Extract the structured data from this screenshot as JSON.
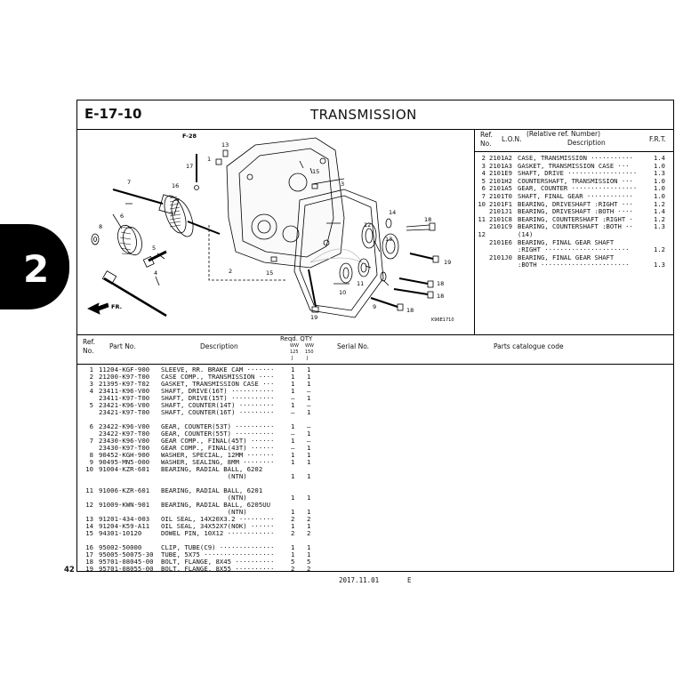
{
  "section_tab": "2",
  "header": {
    "code": "E-17-10",
    "title": "TRANSMISSION"
  },
  "drawing": {
    "fig_ref": "F-28",
    "drawing_code": "K96E1710",
    "fr_label": "FR.",
    "callouts": [
      "1",
      "2",
      "3",
      "4",
      "5",
      "6",
      "7",
      "8",
      "9",
      "10",
      "11",
      "12",
      "13",
      "14",
      "15",
      "16",
      "17",
      "18",
      "19"
    ]
  },
  "ref_table": {
    "headers": {
      "ref1": "Ref.",
      "ref2": "No.",
      "lon": "L.O.N.",
      "rel1": "(Relative ref. Number)",
      "rel2": "Description",
      "frt": "F.R.T."
    },
    "rows": [
      {
        "ref": "2",
        "lon": "2101A2",
        "desc": "CASE, TRANSMISSION ···········",
        "frt": "1.4"
      },
      {
        "ref": "3",
        "lon": "2101A3",
        "desc": "GASKET, TRANSMISSION CASE ···",
        "frt": "1.0"
      },
      {
        "ref": "4",
        "lon": "2101E9",
        "desc": "SHAFT, DRIVE ··················",
        "frt": "1.3"
      },
      {
        "ref": "5",
        "lon": "2101H2",
        "desc": "COUNTERSHAFT, TRANSMISSION ···",
        "frt": "1.0"
      },
      {
        "ref": "6",
        "lon": "2101A5",
        "desc": "GEAR, COUNTER ·················",
        "frt": "1.0"
      },
      {
        "ref": "7",
        "lon": "2101T0",
        "desc": "SHAFT, FINAL GEAR ············",
        "frt": "1.0"
      },
      {
        "ref": "10",
        "lon": "2101F1",
        "desc": "BEARING, DRIVESHAFT :RIGHT ···",
        "frt": "1.2"
      },
      {
        "ref": "",
        "lon": "2101J1",
        "desc": "BEARING, DRIVESHAFT :BOTH ····",
        "frt": "1.4"
      },
      {
        "ref": "11",
        "lon": "2101C8",
        "desc": "BEARING, COUNTERSHAFT :RIGHT ·",
        "frt": "1.2"
      },
      {
        "ref": "",
        "lon": "2101C9",
        "desc": "BEARING, COUNTERSHAFT :BOTH ··",
        "frt": "1.3"
      },
      {
        "ref": "12",
        "lon": "",
        "desc": "(14)",
        "frt": ""
      },
      {
        "ref": "",
        "lon": "2101E6",
        "desc": "BEARING, FINAL GEAR SHAFT",
        "frt": ""
      },
      {
        "ref": "",
        "lon": "",
        "desc": ":RIGHT ······················",
        "frt": "1.2"
      },
      {
        "ref": "",
        "lon": "2101J0",
        "desc": "BEARING, FINAL GEAR SHAFT",
        "frt": ""
      },
      {
        "ref": "",
        "lon": "",
        "desc": ":BOTH ·······················",
        "frt": "1.3"
      }
    ]
  },
  "parts_table": {
    "headers": {
      "ref1": "Ref.",
      "ref2": "No.",
      "part_no": "Part No.",
      "description": "Description",
      "reqd_qty": "Reqd. QTY",
      "ww1": "WW",
      "ww2": "WW",
      "c125": "125",
      "c150": "150",
      "j1": "J",
      "j2": "J",
      "serial": "Serial No.",
      "catalogue": "Parts catalogue code"
    },
    "rows": [
      {
        "ref": "1",
        "part": "11204-KGF-900",
        "desc": "SLEEVE, RR. BRAKE CAM ·······",
        "q1": "1",
        "q2": "1"
      },
      {
        "ref": "2",
        "part": "21200-K97-T00",
        "desc": "CASE COMP., TRANSMISSION ····",
        "q1": "1",
        "q2": "1"
      },
      {
        "ref": "3",
        "part": "21395-K97-T02",
        "desc": "GASKET, TRANSMISSION CASE ···",
        "q1": "1",
        "q2": "1"
      },
      {
        "ref": "4",
        "part": "23411-K96-V00",
        "desc": "SHAFT, DRIVE(16T) ···········",
        "q1": "1",
        "q2": "–"
      },
      {
        "ref": "",
        "part": "23411-K97-T00",
        "desc": "SHAFT, DRIVE(15T) ···········",
        "q1": "–",
        "q2": "1"
      },
      {
        "ref": "5",
        "part": "23421-K96-V00",
        "desc": "SHAFT, COUNTER(14T) ·········",
        "q1": "1",
        "q2": "–"
      },
      {
        "ref": "",
        "part": "23421-K97-T00",
        "desc": "SHAFT, COUNTER(16T) ·········",
        "q1": "–",
        "q2": "1"
      },
      {
        "ref": "",
        "part": "",
        "desc": "",
        "q1": "",
        "q2": ""
      },
      {
        "ref": "6",
        "part": "23422-K96-V00",
        "desc": "GEAR, COUNTER(53T) ··········",
        "q1": "1",
        "q2": "–"
      },
      {
        "ref": "",
        "part": "23422-K97-T00",
        "desc": "GEAR, COUNTER(55T) ··········",
        "q1": "–",
        "q2": "1"
      },
      {
        "ref": "7",
        "part": "23430-K96-V00",
        "desc": "GEAR COMP., FINAL(45T) ······",
        "q1": "1",
        "q2": "–"
      },
      {
        "ref": "",
        "part": "23430-K97-T00",
        "desc": "GEAR COMP., FINAL(43T) ······",
        "q1": "–",
        "q2": "1"
      },
      {
        "ref": "8",
        "part": "90452-KGH-900",
        "desc": "WASHER, SPECIAL, 12MM ·······",
        "q1": "1",
        "q2": "1"
      },
      {
        "ref": "9",
        "part": "90495-MN5-000",
        "desc": "WASHER, SEALING, 8MM ········",
        "q1": "1",
        "q2": "1"
      },
      {
        "ref": "10",
        "part": "91004-KZR-601",
        "desc": "BEARING, RADIAL BALL, 6202",
        "q1": "",
        "q2": ""
      },
      {
        "ref": "",
        "part": "",
        "desc": "                 (NTN)",
        "q1": "1",
        "q2": "1"
      },
      {
        "ref": "",
        "part": "",
        "desc": "",
        "q1": "",
        "q2": ""
      },
      {
        "ref": "11",
        "part": "91006-KZR-601",
        "desc": "BEARING, RADIAL BALL, 6201",
        "q1": "",
        "q2": ""
      },
      {
        "ref": "",
        "part": "",
        "desc": "                 (NTN)",
        "q1": "1",
        "q2": "1"
      },
      {
        "ref": "12",
        "part": "91009-KWN-901",
        "desc": "BEARING, RADIAL BALL, 6205UU",
        "q1": "",
        "q2": ""
      },
      {
        "ref": "",
        "part": "",
        "desc": "                 (NTN)",
        "q1": "1",
        "q2": "1"
      },
      {
        "ref": "13",
        "part": "91201-434-003",
        "desc": "OIL SEAL, 14X20X3.2 ·········",
        "q1": "2",
        "q2": "2"
      },
      {
        "ref": "14",
        "part": "91204-K59-A11",
        "desc": "OIL SEAL, 34X52X7(NOK) ······",
        "q1": "1",
        "q2": "1"
      },
      {
        "ref": "15",
        "part": "94301-10120",
        "desc": "DOWEL PIN, 10X12 ············",
        "q1": "2",
        "q2": "2"
      },
      {
        "ref": "",
        "part": "",
        "desc": "",
        "q1": "",
        "q2": ""
      },
      {
        "ref": "16",
        "part": "95002-50000",
        "desc": "CLIP, TUBE(C9) ··············",
        "q1": "1",
        "q2": "1"
      },
      {
        "ref": "17",
        "part": "95005-50075-30",
        "desc": "TUBE, 5X75 ··················",
        "q1": "1",
        "q2": "1"
      },
      {
        "ref": "18",
        "part": "95701-08045-00",
        "desc": "BOLT, FLANGE, 8X45 ··········",
        "q1": "5",
        "q2": "5"
      },
      {
        "ref": "19",
        "part": "95701-08055-00",
        "desc": "BOLT, FLANGE, 8X55 ··········",
        "q1": "2",
        "q2": "2"
      }
    ]
  },
  "footer": {
    "page_number": "42",
    "date": "2017.11.01",
    "edition": "E"
  }
}
